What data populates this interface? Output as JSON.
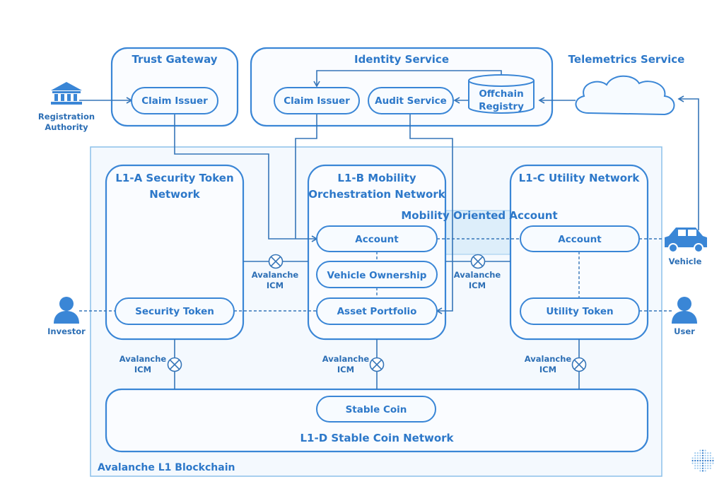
{
  "trust_gateway": {
    "title": "Trust Gateway",
    "claim_issuer": "Claim Issuer"
  },
  "identity_service": {
    "title": "Identity Service",
    "claim_issuer": "Claim Issuer",
    "audit_service": "Audit Service",
    "offchain_registry_1": "Offchain",
    "offchain_registry_2": "Registry"
  },
  "telemetrics": {
    "title": "Telemetrics Service"
  },
  "registration_authority": {
    "line1": "Registration",
    "line2": "Authority"
  },
  "l1a": {
    "title1": "L1-A Security Token",
    "title2": "Network",
    "security_token": "Security Token"
  },
  "l1b": {
    "title1": "L1-B Mobility",
    "title2": "Orchestration Network",
    "account": "Account",
    "vehicle_ownership": "Vehicle Ownership",
    "asset_portfolio": "Asset Portfolio"
  },
  "l1c": {
    "title": "L1-C Utility Network",
    "account": "Account",
    "utility_token": "Utility Token"
  },
  "mobility_oriented_account": "Mobility Oriented Account",
  "l1d": {
    "stable_coin": "Stable Coin",
    "title": "L1-D Stable Coin Network"
  },
  "icm": {
    "line1": "Avalanche",
    "line2": "ICM"
  },
  "investor": "Investor",
  "user": "User",
  "vehicle": "Vehicle",
  "blockchain_label": "Avalanche L1 Blockchain",
  "colors": {
    "accent": "#2d78c9",
    "stroke": "#3a86d6",
    "zone": "#8cc0ea",
    "band": "#d6e9f8"
  }
}
